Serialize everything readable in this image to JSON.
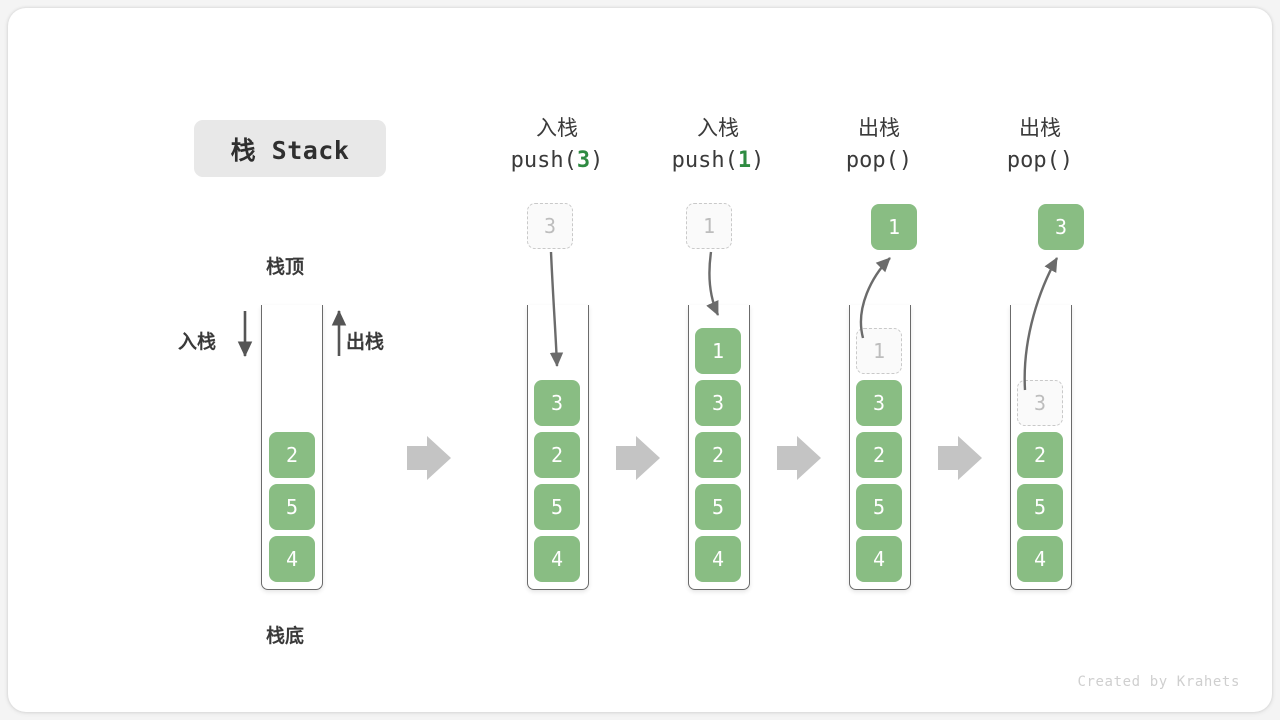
{
  "title": {
    "label": "栈 Stack"
  },
  "left_stack": {
    "top_label": "栈顶",
    "bottom_label": "栈底",
    "push_label": "入栈",
    "pop_label": "出栈",
    "items": [
      "2",
      "5",
      "4"
    ]
  },
  "footer": {
    "credit": "Created by Krahets"
  },
  "colors": {
    "cell_fill": "#89bd83",
    "cell_text": "#ffffff",
    "ghost_fill": "#fafafa",
    "ghost_border": "#c9c9c9",
    "ghost_text": "#bdbdbd",
    "accent_green": "#2e8b41",
    "arrow_gray": "#c4c4c4",
    "line_gray": "#6b6b6b",
    "chip_bg": "#e8e8e8",
    "canvas_bg": "#ffffff"
  },
  "steps": [
    {
      "id": "push3",
      "cn": "入栈",
      "op_prefix": "push(",
      "op_arg": "3",
      "op_suffix": ")",
      "floating": {
        "value": "3",
        "style": "ghost"
      },
      "stack_items": [
        {
          "value": "3",
          "style": "solid"
        },
        {
          "value": "2",
          "style": "solid"
        },
        {
          "value": "5",
          "style": "solid"
        },
        {
          "value": "4",
          "style": "solid"
        }
      ]
    },
    {
      "id": "push1",
      "cn": "入栈",
      "op_prefix": "push(",
      "op_arg": "1",
      "op_suffix": ")",
      "floating": {
        "value": "1",
        "style": "ghost"
      },
      "stack_items": [
        {
          "value": "1",
          "style": "solid"
        },
        {
          "value": "3",
          "style": "solid"
        },
        {
          "value": "2",
          "style": "solid"
        },
        {
          "value": "5",
          "style": "solid"
        },
        {
          "value": "4",
          "style": "solid"
        }
      ]
    },
    {
      "id": "pop1",
      "cn": "出栈",
      "op_prefix": "pop(",
      "op_arg": "",
      "op_suffix": ")",
      "floating": {
        "value": "1",
        "style": "solid"
      },
      "stack_items": [
        {
          "value": "1",
          "style": "ghost"
        },
        {
          "value": "3",
          "style": "solid"
        },
        {
          "value": "2",
          "style": "solid"
        },
        {
          "value": "5",
          "style": "solid"
        },
        {
          "value": "4",
          "style": "solid"
        }
      ]
    },
    {
      "id": "pop2",
      "cn": "出栈",
      "op_prefix": "pop(",
      "op_arg": "",
      "op_suffix": ")",
      "floating": {
        "value": "3",
        "style": "solid"
      },
      "stack_items": [
        {
          "value": "3",
          "style": "ghost"
        },
        {
          "value": "2",
          "style": "solid"
        },
        {
          "value": "5",
          "style": "solid"
        },
        {
          "value": "4",
          "style": "solid"
        }
      ]
    }
  ]
}
